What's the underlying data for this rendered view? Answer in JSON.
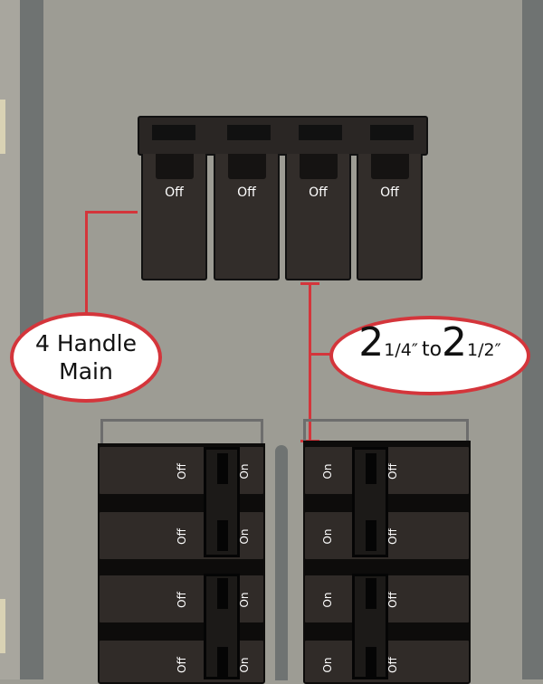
{
  "main_breaker": {
    "handles": [
      "Off",
      "Off",
      "Off",
      "Off"
    ]
  },
  "callouts": {
    "main_label_line1": "4 Handle",
    "main_label_line2": "Main",
    "dimension": {
      "a": "2",
      "a_frac": "1/4″",
      "to": "to",
      "b": "2",
      "b_frac": "1/2″"
    }
  },
  "branch_breakers": {
    "left": [
      {
        "a": "Off",
        "b": "On"
      },
      {
        "a": "Off",
        "b": "On"
      },
      {
        "a": "Off",
        "b": "On"
      },
      {
        "a": "Off",
        "b": "On"
      }
    ],
    "right": [
      {
        "a": "On",
        "b": "Off"
      },
      {
        "a": "On",
        "b": "Off"
      },
      {
        "a": "On",
        "b": "Off"
      },
      {
        "a": "On",
        "b": "Off"
      }
    ]
  },
  "colors": {
    "accent": "#d4353b",
    "panel": "#9d9c94",
    "breaker": "#302b28"
  }
}
